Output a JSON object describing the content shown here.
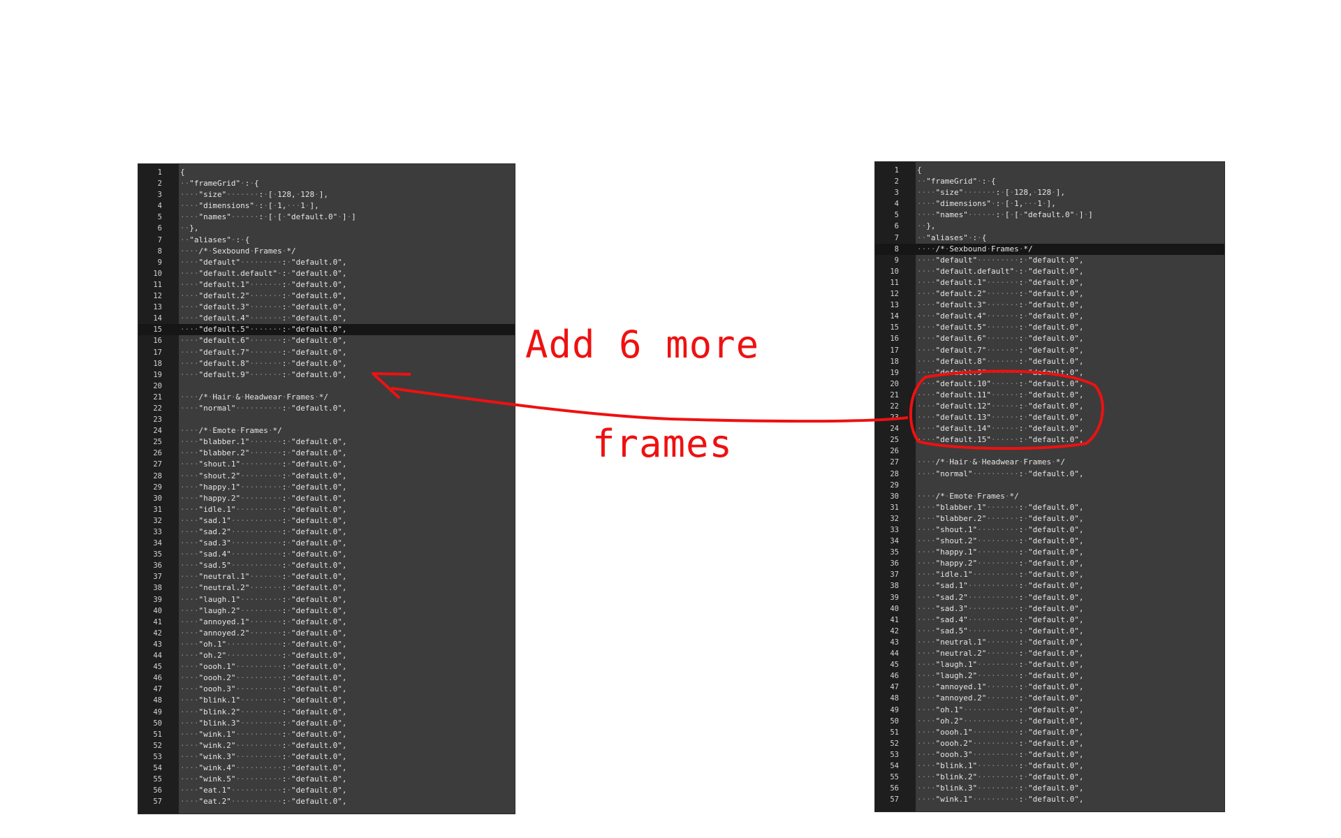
{
  "annotation": {
    "line1": "Add 6 more",
    "line2": "frames",
    "color": "#ee1111"
  },
  "left_editor": {
    "active_line": 15,
    "lines": [
      "{",
      "··\"frameGrid\"·:·{",
      "····\"size\"·······:·[·128,·128·],",
      "····\"dimensions\"·:·[·1,···1·],",
      "····\"names\"······:·[·[·\"default.0\"·]·]",
      "··},",
      "··\"aliases\"·:·{",
      "····/*·Sexbound·Frames·*/",
      "····\"default\"·········:·\"default.0\",",
      "····\"default.default\"·:·\"default.0\",",
      "····\"default.1\"·······:·\"default.0\",",
      "····\"default.2\"·······:·\"default.0\",",
      "····\"default.3\"·······:·\"default.0\",",
      "····\"default.4\"·······:·\"default.0\",",
      "····\"default.5\"·······:·\"default.0\",",
      "····\"default.6\"·······:·\"default.0\",",
      "····\"default.7\"·······:·\"default.0\",",
      "····\"default.8\"·······:·\"default.0\",",
      "····\"default.9\"·······:·\"default.0\",",
      "",
      "····/*·Hair·&·Headwear·Frames·*/",
      "····\"normal\"··········:·\"default.0\",",
      "",
      "····/*·Emote·Frames·*/",
      "····\"blabber.1\"·······:·\"default.0\",",
      "····\"blabber.2\"·······:·\"default.0\",",
      "····\"shout.1\"·········:·\"default.0\",",
      "····\"shout.2\"·········:·\"default.0\",",
      "····\"happy.1\"·········:·\"default.0\",",
      "····\"happy.2\"·········:·\"default.0\",",
      "····\"idle.1\"··········:·\"default.0\",",
      "····\"sad.1\"···········:·\"default.0\",",
      "····\"sad.2\"···········:·\"default.0\",",
      "····\"sad.3\"···········:·\"default.0\",",
      "····\"sad.4\"···········:·\"default.0\",",
      "····\"sad.5\"···········:·\"default.0\",",
      "····\"neutral.1\"·······:·\"default.0\",",
      "····\"neutral.2\"·······:·\"default.0\",",
      "····\"laugh.1\"·········:·\"default.0\",",
      "····\"laugh.2\"·········:·\"default.0\",",
      "····\"annoyed.1\"·······:·\"default.0\",",
      "····\"annoyed.2\"·······:·\"default.0\",",
      "····\"oh.1\"············:·\"default.0\",",
      "····\"oh.2\"············:·\"default.0\",",
      "····\"oooh.1\"··········:·\"default.0\",",
      "····\"oooh.2\"··········:·\"default.0\",",
      "····\"oooh.3\"··········:·\"default.0\",",
      "····\"blink.1\"·········:·\"default.0\",",
      "····\"blink.2\"·········:·\"default.0\",",
      "····\"blink.3\"·········:·\"default.0\",",
      "····\"wink.1\"··········:·\"default.0\",",
      "····\"wink.2\"··········:·\"default.0\",",
      "····\"wink.3\"··········:·\"default.0\",",
      "····\"wink.4\"··········:·\"default.0\",",
      "····\"wink.5\"··········:·\"default.0\",",
      "····\"eat.1\"···········:·\"default.0\",",
      "····\"eat.2\"···········:·\"default.0\","
    ]
  },
  "right_editor": {
    "active_line": 8,
    "lines": [
      "{",
      "··\"frameGrid\"·:·{",
      "····\"size\"·······:·[·128,·128·],",
      "····\"dimensions\"·:·[·1,···1·],",
      "····\"names\"······:·[·[·\"default.0\"·]·]",
      "··},",
      "··\"aliases\"·:·{",
      "····/*·Sexbound·Frames·*/",
      "····\"default\"·········:·\"default.0\",",
      "····\"default.default\"·:·\"default.0\",",
      "····\"default.1\"·······:·\"default.0\",",
      "····\"default.2\"·······:·\"default.0\",",
      "····\"default.3\"·······:·\"default.0\",",
      "····\"default.4\"·······:·\"default.0\",",
      "····\"default.5\"·······:·\"default.0\",",
      "····\"default.6\"·······:·\"default.0\",",
      "····\"default.7\"·······:·\"default.0\",",
      "····\"default.8\"·······:·\"default.0\",",
      "····\"default.9\"·······:·\"default.0\",",
      "····\"default.10\"······:·\"default.0\",",
      "····\"default.11\"······:·\"default.0\",",
      "····\"default.12\"······:·\"default.0\",",
      "····\"default.13\"······:·\"default.0\",",
      "····\"default.14\"······:·\"default.0\",",
      "····\"default.15\"······:·\"default.0\",",
      "",
      "····/*·Hair·&·Headwear·Frames·*/",
      "····\"normal\"··········:·\"default.0\",",
      "",
      "····/*·Emote·Frames·*/",
      "····\"blabber.1\"·······:·\"default.0\",",
      "····\"blabber.2\"·······:·\"default.0\",",
      "····\"shout.1\"·········:·\"default.0\",",
      "····\"shout.2\"·········:·\"default.0\",",
      "····\"happy.1\"·········:·\"default.0\",",
      "····\"happy.2\"·········:·\"default.0\",",
      "····\"idle.1\"··········:·\"default.0\",",
      "····\"sad.1\"···········:·\"default.0\",",
      "····\"sad.2\"···········:·\"default.0\",",
      "····\"sad.3\"···········:·\"default.0\",",
      "····\"sad.4\"···········:·\"default.0\",",
      "····\"sad.5\"···········:·\"default.0\",",
      "····\"neutral.1\"·······:·\"default.0\",",
      "····\"neutral.2\"·······:·\"default.0\",",
      "····\"laugh.1\"·········:·\"default.0\",",
      "····\"laugh.2\"·········:·\"default.0\",",
      "····\"annoyed.1\"·······:·\"default.0\",",
      "····\"annoyed.2\"·······:·\"default.0\",",
      "····\"oh.1\"············:·\"default.0\",",
      "····\"oh.2\"············:·\"default.0\",",
      "····\"oooh.1\"··········:·\"default.0\",",
      "····\"oooh.2\"··········:·\"default.0\",",
      "····\"oooh.3\"··········:·\"default.0\",",
      "····\"blink.1\"·········:·\"default.0\",",
      "····\"blink.2\"·········:·\"default.0\",",
      "····\"blink.3\"·········:·\"default.0\",",
      "····\"wink.1\"··········:·\"default.0\","
    ]
  }
}
